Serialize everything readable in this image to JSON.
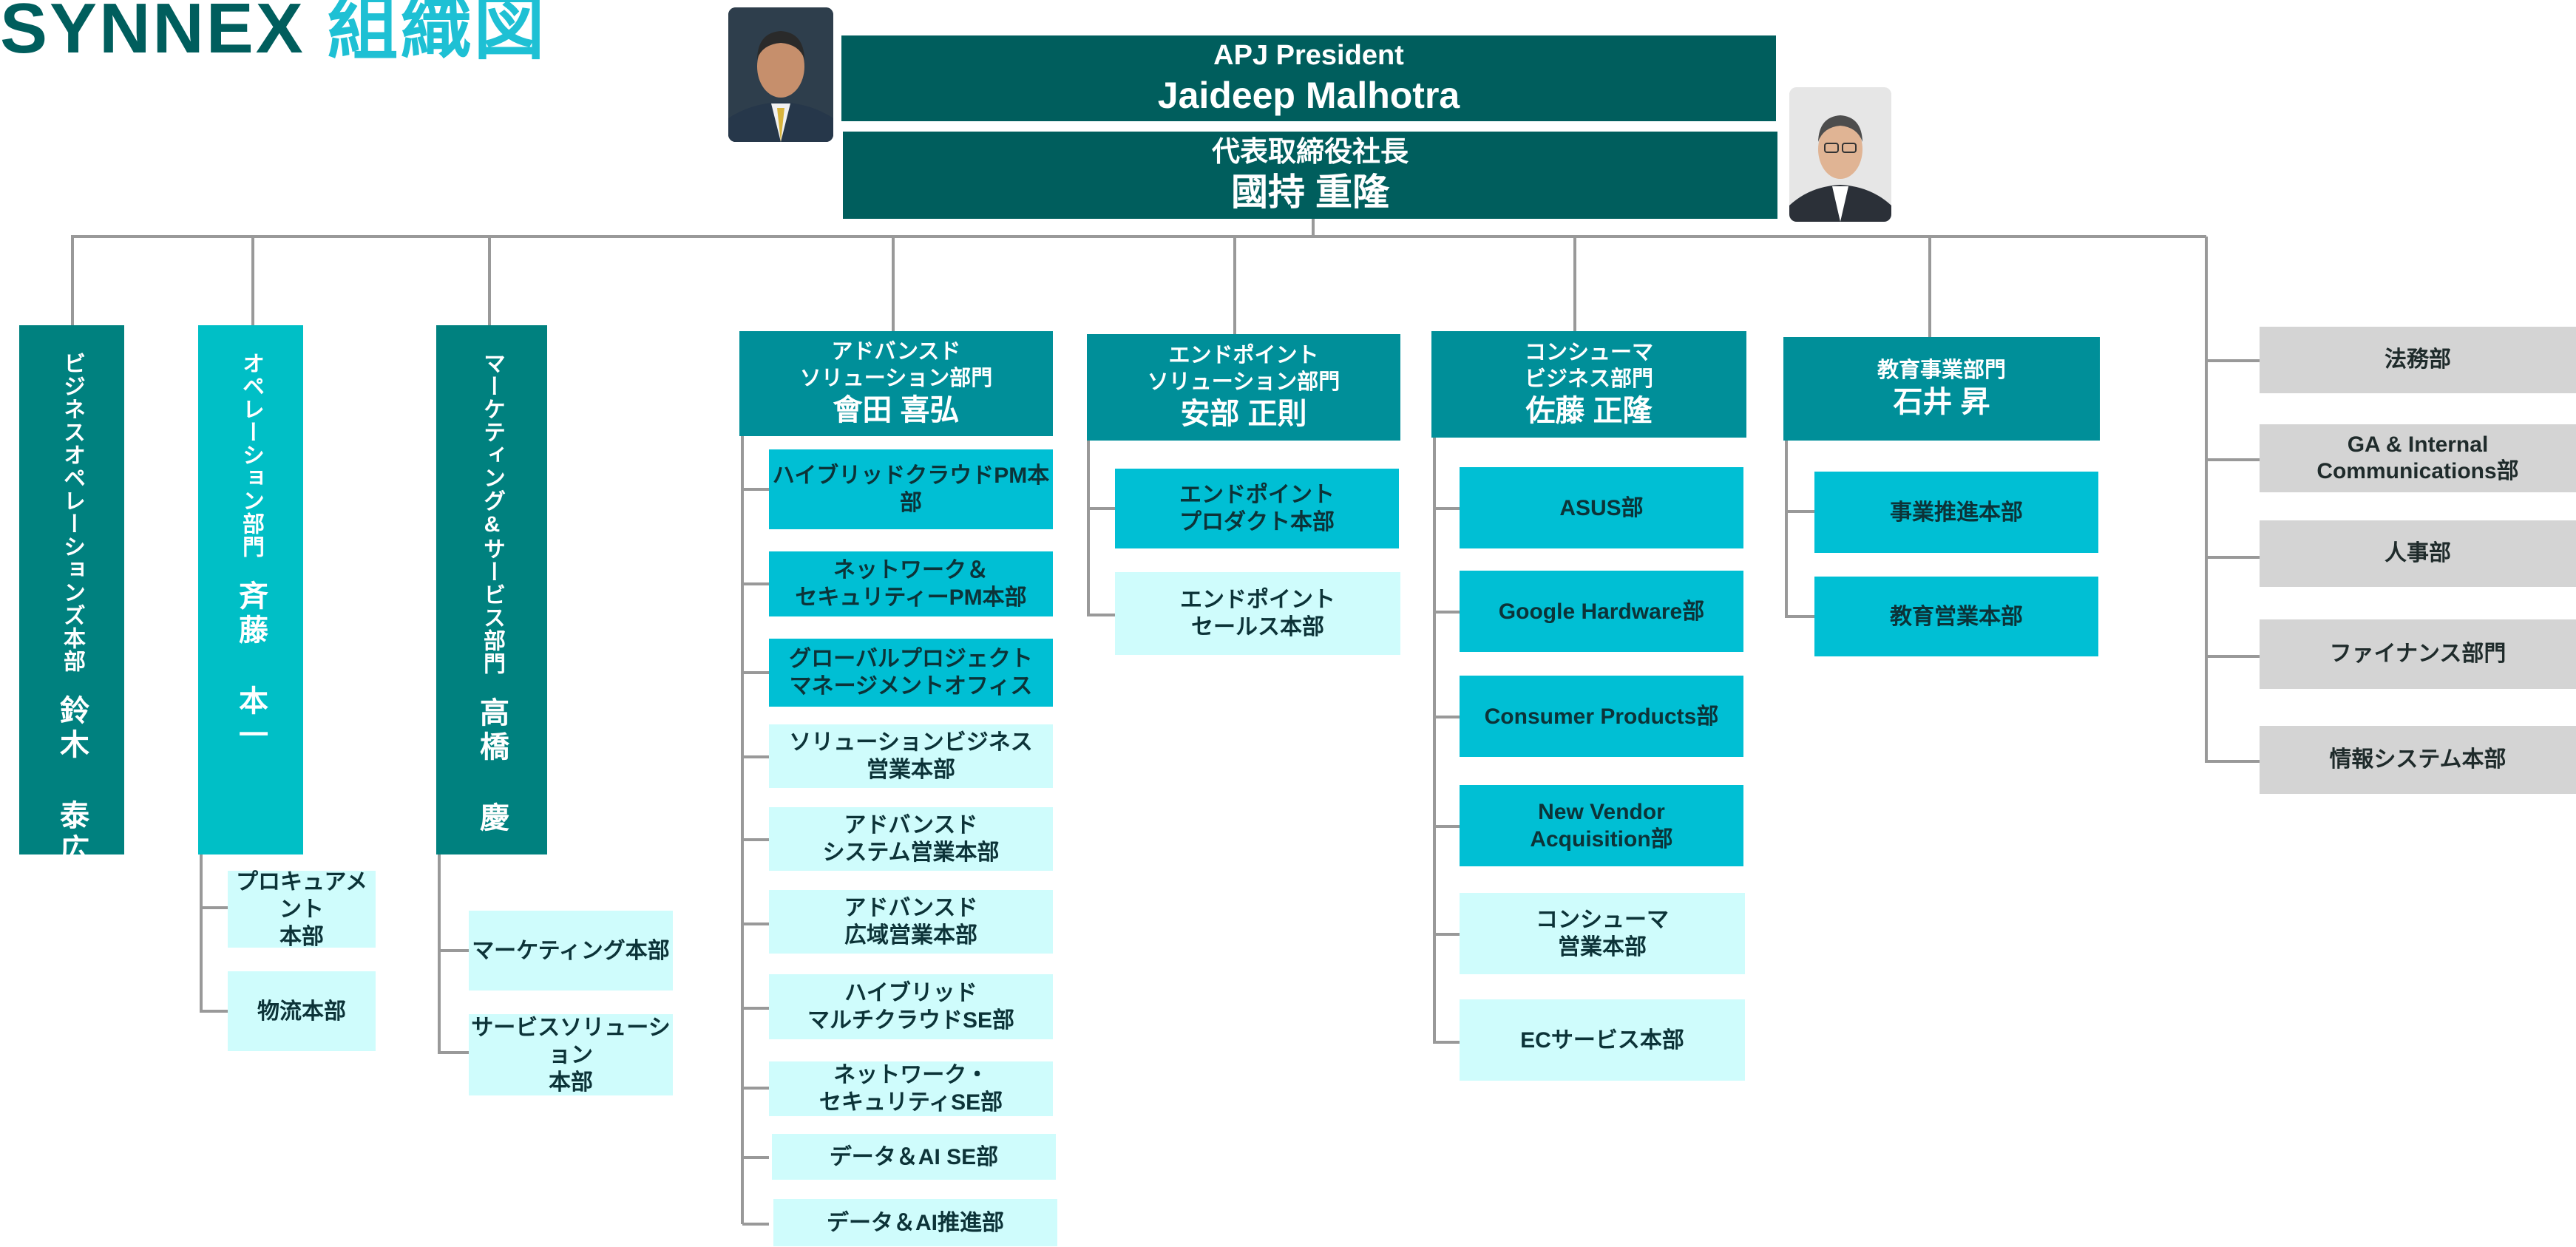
{
  "title": {
    "prefix": "SYNNEX",
    "accent": "組織図"
  },
  "colors": {
    "exec": "#005e5d",
    "division": "#008f99",
    "vertical_dept_1": "#00817f",
    "vertical_dept_2": "#00bfc6",
    "sub_dark": "#00bfd4",
    "sub_light": "#cffcfc",
    "staff": "#d4d4d4",
    "title_accent": "#1ec0d4"
  },
  "executives": [
    {
      "role": "APJ President",
      "name": "Jaideep Malhotra"
    },
    {
      "role": "代表取締役社長",
      "name": "國持 重隆"
    }
  ],
  "vertical_depts": [
    {
      "label": "ビジネスオペレーションズ本部",
      "name": "鈴木 泰広"
    },
    {
      "label": "オペレーション部門",
      "name": "斉藤 本一",
      "subs": [
        "プロキュアメント\n本部",
        "物流本部"
      ]
    },
    {
      "label": "マーケティング&サービス部門",
      "name": "高橋 慶",
      "subs": [
        "マーケティング本部",
        "サービスソリューション\n本部"
      ]
    }
  ],
  "divisions": [
    {
      "title": "アドバンスド\nソリューション部門",
      "name": "會田 喜弘",
      "subs": [
        {
          "label": "ハイブリッドクラウドPM本部",
          "style": "dark"
        },
        {
          "label": "ネットワーク＆\nセキュリティーPM本部",
          "style": "dark"
        },
        {
          "label": "グローバルプロジェクト\nマネージメントオフィス",
          "style": "dark"
        },
        {
          "label": "ソリューションビジネス\n営業本部",
          "style": "light"
        },
        {
          "label": "アドバンスド\nシステム営業本部",
          "style": "light"
        },
        {
          "label": "アドバンスド\n広域営業本部",
          "style": "light"
        },
        {
          "label": "ハイブリッド\nマルチクラウドSE部",
          "style": "light"
        },
        {
          "label": "ネットワーク・\nセキュリティSE部",
          "style": "light"
        },
        {
          "label": "データ＆AI SE部",
          "style": "light"
        },
        {
          "label": "データ＆AI推進部",
          "style": "light"
        }
      ]
    },
    {
      "title": "エンドポイント\nソリューション部門",
      "name": "安部 正則",
      "subs": [
        {
          "label": "エンドポイント\nプロダクト本部",
          "style": "dark"
        },
        {
          "label": "エンドポイント\nセールス本部",
          "style": "light"
        }
      ]
    },
    {
      "title": "コンシューマ\nビジネス部門",
      "name": "佐藤 正隆",
      "subs": [
        {
          "label": "ASUS部",
          "style": "dark"
        },
        {
          "label": "Google Hardware部",
          "style": "dark"
        },
        {
          "label": "Consumer Products部",
          "style": "dark"
        },
        {
          "label": "New Vendor\nAcquisition部",
          "style": "dark"
        },
        {
          "label": "コンシューマ\n営業本部",
          "style": "light"
        },
        {
          "label": "ECサービス本部",
          "style": "light"
        }
      ]
    },
    {
      "title": "教育事業部門",
      "name": "石井 昇",
      "subs": [
        {
          "label": "事業推進本部",
          "style": "dark"
        },
        {
          "label": "教育営業本部",
          "style": "dark"
        }
      ]
    }
  ],
  "staff_depts": [
    "法務部",
    "GA & Internal\nCommunications部",
    "人事部",
    "ファイナンス部門",
    "情報システム本部"
  ]
}
